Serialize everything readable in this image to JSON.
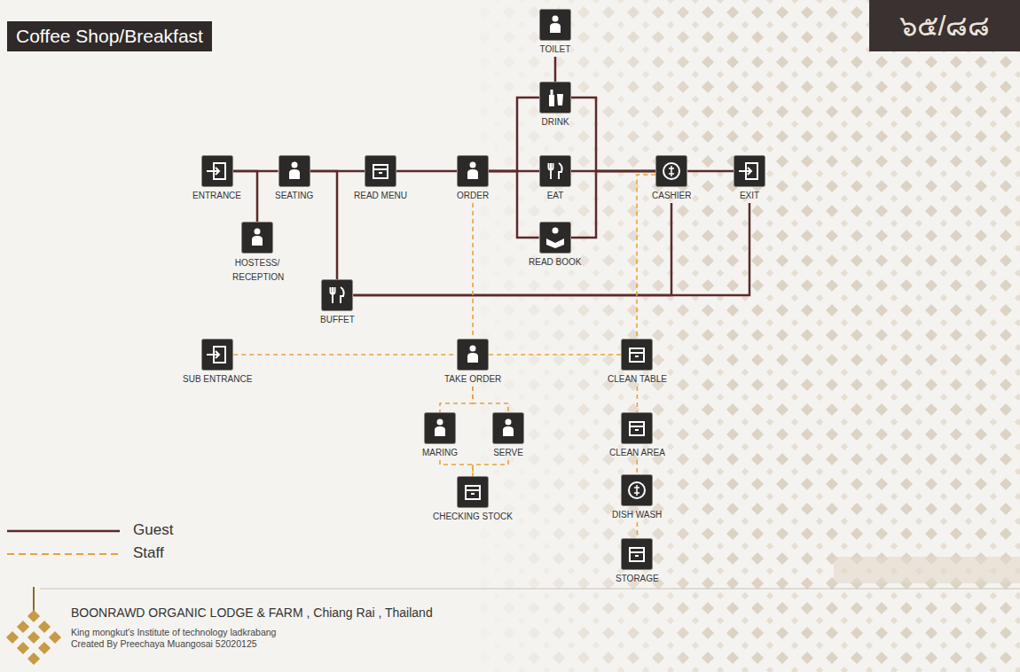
{
  "diagram": {
    "title": "Coffee Shop/Breakfast",
    "nodes": [
      {
        "text": [
          "TOILET"
        ]
      },
      {
        "text": [
          "DRINK"
        ]
      },
      {
        "text": [
          "ENTRANCE"
        ]
      },
      {
        "text": [
          "SEATING"
        ]
      },
      {
        "text": [
          "READ MENU"
        ]
      },
      {
        "text": [
          "ORDER"
        ]
      },
      {
        "text": [
          "EAT"
        ]
      },
      {
        "text": [
          "CASHIER"
        ]
      },
      {
        "text": [
          "EXIT"
        ]
      },
      {
        "text": [
          "READ BOOK"
        ]
      },
      {
        "text": [
          "HOSTESS/ RECEPTION"
        ]
      },
      {
        "text": [
          "BUFFET"
        ]
      },
      {
        "text": [
          "SUB ENTRANCE"
        ]
      },
      {
        "text": [
          "TAKE ORDER"
        ]
      },
      {
        "text": [
          "CLEAN TABLE"
        ]
      },
      {
        "text": [
          "MARING"
        ]
      },
      {
        "text": [
          "SERVE"
        ]
      },
      {
        "text": [
          "CLEAN AREA"
        ]
      },
      {
        "text": [
          "CHECKING STOCK"
        ]
      },
      {
        "text": [
          "DISH WASH"
        ]
      },
      {
        "text": [
          "STORAGE"
        ]
      }
    ],
    "edges": [
      {
        "from": 2,
        "to": 10,
        "arrow": "none"
      },
      {
        "from": 2,
        "to": 3,
        "arrow": "none"
      },
      {
        "from": 3,
        "to": 4,
        "arrow": "none"
      },
      {
        "from": 3,
        "to": 11,
        "arrow": "none"
      },
      {
        "from": 4,
        "to": 5,
        "arrow": "none"
      },
      {
        "from": 5,
        "to": 6,
        "arrow": "none"
      },
      {
        "from": 5,
        "to": 1,
        "arrow": "none"
      },
      {
        "from": 5,
        "to": 9,
        "arrow": "none"
      },
      {
        "from": 0,
        "to": 1,
        "arrow": "none"
      },
      {
        "from": 1,
        "to": 7,
        "arrow": "none"
      },
      {
        "from": 6,
        "to": 7,
        "arrow": "none"
      },
      {
        "from": 9,
        "to": 7,
        "arrow": "none"
      },
      {
        "from": 7,
        "to": 8,
        "arrow": "none"
      },
      {
        "from": 11,
        "to": 7,
        "arrow": "none"
      },
      {
        "from": 11,
        "to": 8,
        "arrow": "none"
      },
      {
        "from": 5,
        "to": 13,
        "arrow": "none"
      },
      {
        "from": 12,
        "to": 13,
        "arrow": "none"
      },
      {
        "from": 13,
        "to": 14,
        "arrow": "none"
      },
      {
        "from": 7,
        "to": 14,
        "arrow": "none"
      },
      {
        "from": 13,
        "to": 15,
        "arrow": "none"
      },
      {
        "from": 13,
        "to": 16,
        "arrow": "none"
      },
      {
        "from": 15,
        "to": 18,
        "arrow": "none"
      },
      {
        "from": 16,
        "to": 18,
        "arrow": "none"
      },
      {
        "from": 14,
        "to": 17,
        "arrow": "none"
      },
      {
        "from": 17,
        "to": 19,
        "arrow": "none"
      },
      {
        "from": 19,
        "to": 20,
        "arrow": "none"
      }
    ],
    "labels": [
      "๖๕/๘๘",
      "BOONRAWD ORGANIC LODGE & FARM , Chiang Rai , Thailand",
      "King mongkut's Institute of technology ladkrabang",
      "Created By Preechaya Muangosai 52020125"
    ],
    "legend": [
      {
        "text": "Guest"
      },
      {
        "text": "Staff"
      }
    ]
  }
}
